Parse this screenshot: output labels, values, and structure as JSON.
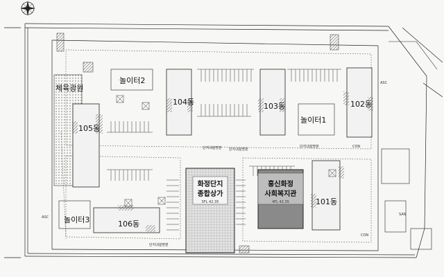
{
  "labels": {
    "park": "체육광원",
    "playground2": "놀이터2",
    "b104": "104동",
    "b103": "103동",
    "b102": "102동",
    "b105": "105동",
    "playground1": "놀이터1",
    "mall_line1": "화정단지",
    "mall_line2": "종합상가",
    "welfare_line1": "홍신화정",
    "welfare_line2": "사회복지관",
    "b101": "101동",
    "playground3": "놀이터3",
    "b106": "106동"
  },
  "annotations": {
    "asc": "ASC",
    "con": "CON",
    "san": "SAN",
    "facility": "단지내설명판",
    "mall_sub": "5FL 42.35",
    "welfare_sub": "4FL 42.35"
  },
  "colors": {
    "paper": "#f7f7f5",
    "ink": "#1a1a1a",
    "hatch": "#6c6c6c",
    "welfare_block": "#8a8a8a",
    "mall_block": "#d8d8d8"
  },
  "icons": {
    "compass": "compass-rose-icon"
  }
}
